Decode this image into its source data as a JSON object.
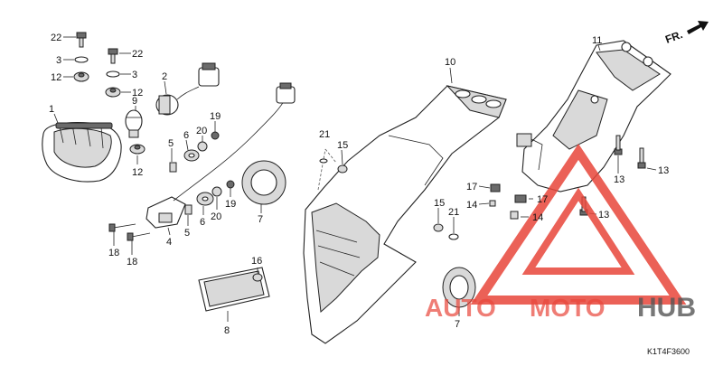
{
  "diagram": {
    "code": "K1T4F3600",
    "direction": "FR."
  },
  "callouts": {
    "c22a": "22",
    "c22b": "22",
    "c3a": "3",
    "c3b": "3",
    "c12a": "12",
    "c12b": "12",
    "c12c": "12",
    "c1": "1",
    "c2": "2",
    "c9": "9",
    "c5a": "5",
    "c5b": "5",
    "c6a": "6",
    "c6b": "6",
    "c20a": "20",
    "c20b": "20",
    "c19a": "19",
    "c19b": "19",
    "c4": "4",
    "c18a": "18",
    "c18b": "18",
    "c7a": "7",
    "c7b": "7",
    "c8": "8",
    "c16": "16",
    "c10": "10",
    "c11": "11",
    "c21a": "21",
    "c21b": "21",
    "c15a": "15",
    "c15b": "15",
    "c17a": "17",
    "c17b": "17",
    "c14a": "14",
    "c14b": "14",
    "c13a": "13",
    "c13b": "13",
    "c13c": "13"
  },
  "watermark": {
    "text_a": "AUTO",
    "text_b": "MOTO",
    "text_c": "HUB",
    "colors": {
      "red": "#e8463a",
      "gray": "#555555"
    }
  }
}
